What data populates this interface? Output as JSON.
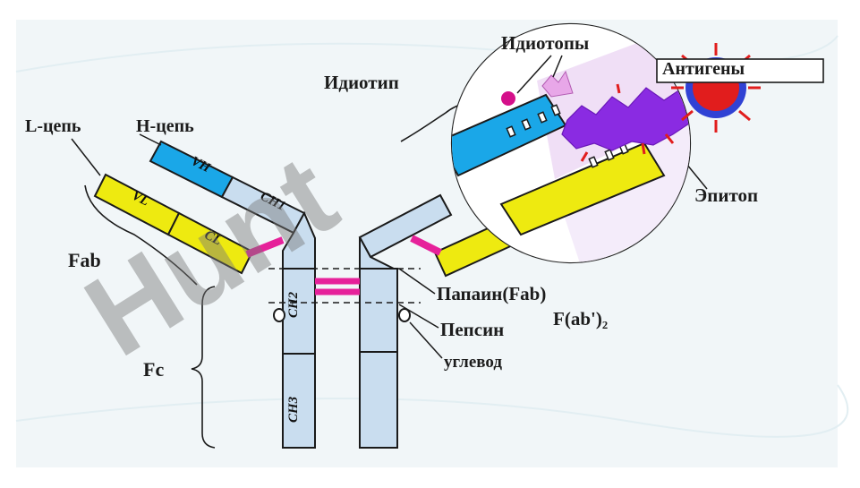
{
  "labels": {
    "l_chain": "L-цепь",
    "h_chain": "Н-цепь",
    "fab": "Fab",
    "fc": "Fc",
    "idiotype": "Идиотип",
    "idiotopes": "Идиотопы",
    "antigens": "Антигены",
    "epitope": "Эпитоп",
    "papain": "Папаин(Fab)",
    "fab2": "F(ab')₂",
    "pepsin": "Пепсин",
    "carbohydrate": "углевод"
  },
  "domains": {
    "vh": "VH",
    "vl": "VL",
    "cl": "CL",
    "ch1": "CH1",
    "ch2": "CH2",
    "ch3": "CH3"
  },
  "watermark": "Hunt",
  "colors": {
    "background": "#f1f6f8",
    "heavy_chain": "#c9ddef",
    "variable_heavy": "#1aa7e8",
    "light_chain": "#eeea10",
    "disulfide_bond": "#e6219a",
    "antigen_purple": "#8a2be2",
    "antigen_red": "#e11d1d",
    "antigen_blue": "#3042d4"
  }
}
